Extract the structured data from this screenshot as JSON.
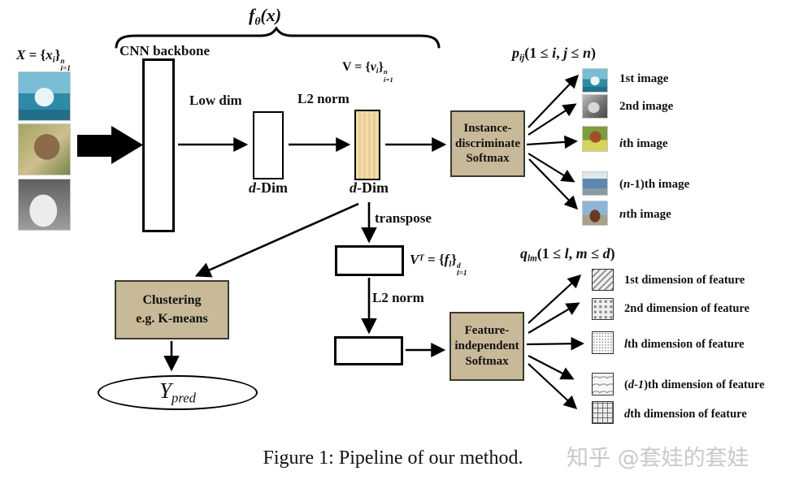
{
  "colors": {
    "softmax_box_fill": "#c8b998",
    "wheat_box_fill": "#f0d8a2",
    "border": "#000000",
    "watermark_gray": "#c9c9c9"
  },
  "header": {
    "f_label": [
      {
        "t": "f",
        "it": true
      },
      {
        "t": "θ",
        "sub": true,
        "it": true
      },
      {
        "t": "("
      },
      {
        "t": "x",
        "it": true
      },
      {
        "t": ")"
      }
    ],
    "cnn_backbone": "CNN backbone",
    "x_label": [
      {
        "t": "X",
        "it": true
      },
      {
        "t": " = {"
      },
      {
        "t": "x",
        "it": true
      },
      {
        "t": "i",
        "sub": true,
        "it": true
      },
      {
        "t": "}"
      },
      {
        "top": "n",
        "bot": "i=1"
      }
    ],
    "v_label": [
      {
        "t": "V"
      },
      {
        "t": " = {"
      },
      {
        "t": "v",
        "it": true
      },
      {
        "t": "i",
        "sub": true,
        "it": true
      },
      {
        "t": "}"
      },
      {
        "top": "n",
        "bot": "i=1"
      }
    ]
  },
  "flow": {
    "low_dim": "Low dim",
    "l2_norm_1": "L2 norm",
    "d_dim_left": [
      {
        "t": "d",
        "it": true
      },
      {
        "t": "-Dim"
      }
    ],
    "d_dim_right": [
      {
        "t": "d",
        "it": true
      },
      {
        "t": "-Dim"
      }
    ],
    "transpose": "transpose",
    "vt_label": [
      {
        "t": "V",
        "it": true
      },
      {
        "t": "T",
        "sup": true,
        "it": true
      },
      {
        "t": " = {"
      },
      {
        "t": "f",
        "it": true
      },
      {
        "t": "l",
        "sub": true,
        "it": true
      },
      {
        "t": "}"
      },
      {
        "top": "d",
        "bot": "l=1"
      }
    ],
    "l2_norm_2": "L2 norm",
    "instance_softmax_lines": [
      "Instance-",
      "discriminate",
      "Softmax"
    ],
    "feature_softmax_lines": [
      "Feature-",
      "independent",
      "Softmax"
    ],
    "clustering_lines": [
      "Clustering",
      "e.g. K-means"
    ],
    "y_pred": [
      {
        "t": "Y",
        "it": true
      },
      {
        "t": "pred",
        "sub": true,
        "it": true
      }
    ]
  },
  "instance_panel": {
    "title": [
      {
        "t": "p",
        "it": true
      },
      {
        "t": "ij",
        "sub": true,
        "it": true
      },
      {
        "t": "(1 ≤ "
      },
      {
        "t": "i",
        "it": true
      },
      {
        "t": ", "
      },
      {
        "t": "j",
        "it": true
      },
      {
        "t": " ≤ "
      },
      {
        "t": "n",
        "it": true
      },
      {
        "t": ")"
      }
    ],
    "items": [
      {
        "label": [
          {
            "t": "1st image"
          }
        ],
        "image": "boat-photo"
      },
      {
        "label": [
          {
            "t": "2nd image"
          }
        ],
        "image": "gray-animal-photo"
      },
      {
        "label": [
          {
            "t": "i",
            "it": true
          },
          {
            "t": "th image"
          }
        ],
        "image": "bird-photo"
      },
      {
        "label": [
          {
            "t": "("
          },
          {
            "t": "n",
            "it": true
          },
          {
            "t": "-1)th image"
          }
        ],
        "image": "car-photo"
      },
      {
        "label": [
          {
            "t": "n",
            "it": true
          },
          {
            "t": "th image"
          }
        ],
        "image": "horse-photo"
      }
    ]
  },
  "feature_panel": {
    "title": [
      {
        "t": "q",
        "it": true
      },
      {
        "t": "lm",
        "sub": true,
        "it": true
      },
      {
        "t": "(1 ≤ "
      },
      {
        "t": "l",
        "it": true
      },
      {
        "t": ", "
      },
      {
        "t": "m",
        "it": true
      },
      {
        "t": " ≤ "
      },
      {
        "t": "d",
        "it": true
      },
      {
        "t": ")"
      }
    ],
    "items": [
      {
        "label": [
          {
            "t": "1st dimension of feature"
          }
        ],
        "pattern": "diagonal-stripes"
      },
      {
        "label": [
          {
            "t": "2nd dimension of feature"
          }
        ],
        "pattern": "dots"
      },
      {
        "label": [
          {
            "t": "l",
            "it": true
          },
          {
            "t": "th dimension  of feature"
          }
        ],
        "pattern": "fine-dots"
      },
      {
        "label": [
          {
            "t": "("
          },
          {
            "t": "d-1",
            "it": true
          },
          {
            "t": ")th dimension  of feature"
          }
        ],
        "pattern": "scales"
      },
      {
        "label": [
          {
            "t": "d",
            "it": true
          },
          {
            "t": "th dimension  of feature"
          }
        ],
        "pattern": "grid"
      }
    ]
  },
  "caption": "Figure 1: Pipeline of our method.",
  "watermark": "知乎 @套娃的套娃"
}
